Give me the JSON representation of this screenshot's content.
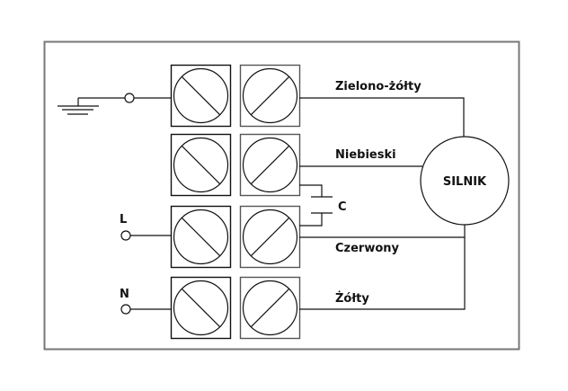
{
  "diagram": {
    "title": "Wiring diagram",
    "motor": {
      "label": "SILNIK"
    },
    "capacitor": {
      "label": "C"
    },
    "inputs": {
      "line": "L",
      "neutral": "N",
      "ground": "ground-icon"
    },
    "wires": [
      {
        "id": "zielono-zolty",
        "label": "Zielono-żółty"
      },
      {
        "id": "niebieski",
        "label": "Niebieski"
      },
      {
        "id": "czerwony",
        "label": "Czerwony"
      },
      {
        "id": "zolty",
        "label": "Żółty"
      }
    ],
    "terminal_rows": 4,
    "terminal_columns": 2,
    "colors": {
      "frame": "#777777",
      "line": "#111111",
      "background": "#ffffff"
    }
  }
}
